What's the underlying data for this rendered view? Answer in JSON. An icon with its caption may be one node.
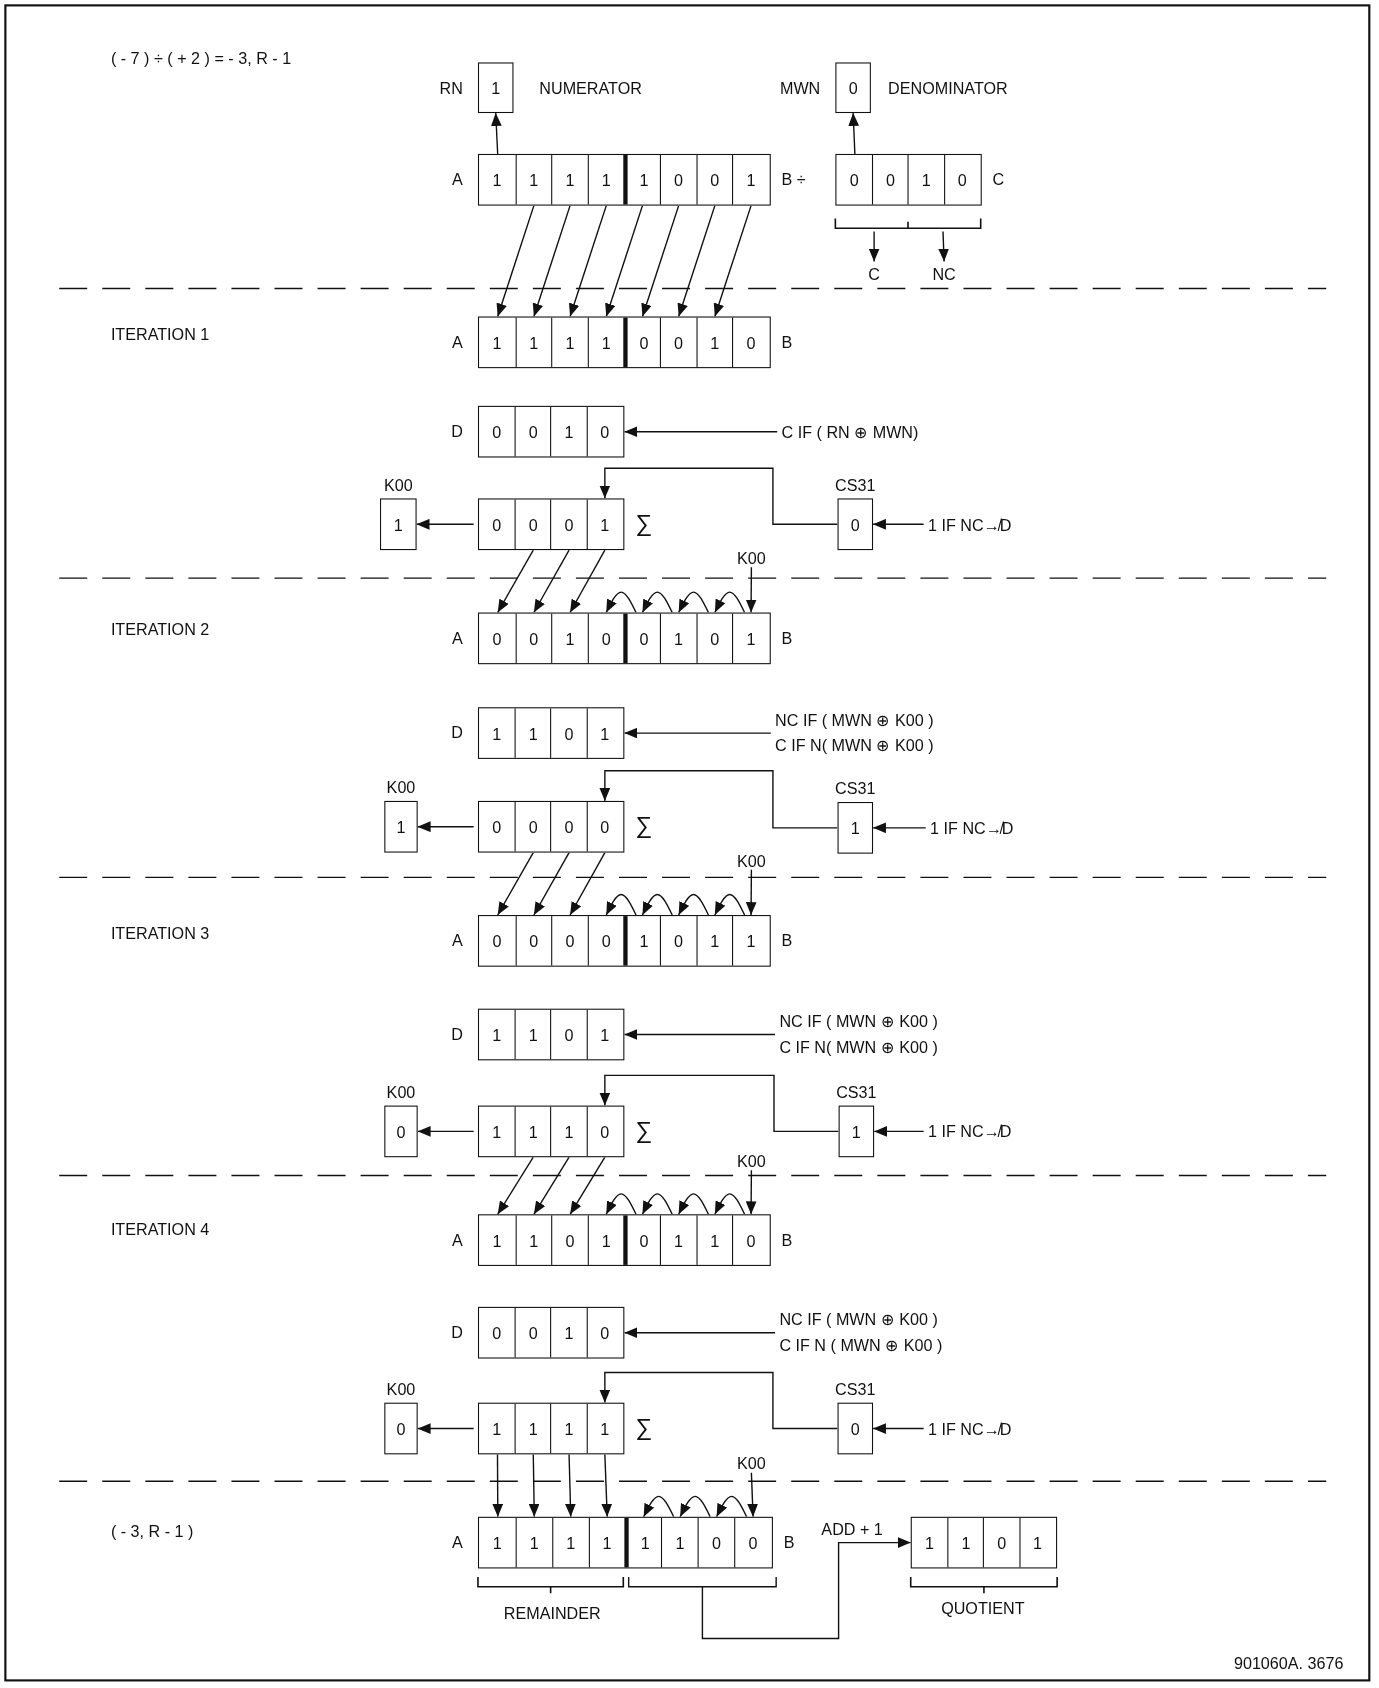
{
  "diagram": {
    "nodes": [
      {
        "text": [
          "1"
        ],
        "beside": [
          "RN",
          "NUMERATOR"
        ]
      },
      {
        "text": [
          "0"
        ],
        "beside": [
          "MWN",
          "DENOMINATOR"
        ]
      },
      {
        "text": [],
        "shape": "box",
        "beside": [
          "A",
          "B ÷"
        ]
      },
      {
        "text": [
          "1"
        ],
        "in": 2
      },
      {
        "text": [
          "1"
        ],
        "in": 2
      },
      {
        "text": [
          "1"
        ],
        "in": 2
      },
      {
        "text": [
          "1"
        ],
        "in": 2
      },
      {
        "text": [
          "1"
        ],
        "in": 2
      },
      {
        "text": [
          "0"
        ],
        "in": 2
      },
      {
        "text": [
          "0"
        ],
        "in": 2
      },
      {
        "text": [
          "1"
        ],
        "in": 2
      },
      {
        "text": [],
        "shape": "box",
        "beside": [
          "C"
        ]
      },
      {
        "text": [
          "0"
        ],
        "in": 11
      },
      {
        "text": [
          "0"
        ],
        "in": 11
      },
      {
        "text": [
          "1"
        ],
        "in": 11
      },
      {
        "text": [
          "0"
        ],
        "in": 11
      },
      {
        "text": [
          "C"
        ]
      },
      {
        "text": [
          "NC"
        ]
      },
      {
        "text": [],
        "shape": "box",
        "beside": [
          "A",
          "B"
        ]
      },
      {
        "text": [
          "1"
        ],
        "in": 18
      },
      {
        "text": [
          "1"
        ],
        "in": 18
      },
      {
        "text": [
          "1"
        ],
        "in": 18
      },
      {
        "text": [
          "1"
        ],
        "in": 18
      },
      {
        "text": [
          "0"
        ],
        "in": 18
      },
      {
        "text": [
          "0"
        ],
        "in": 18
      },
      {
        "text": [
          "1"
        ],
        "in": 18
      },
      {
        "text": [
          "0"
        ],
        "in": 18
      },
      {
        "text": [],
        "shape": "box",
        "beside": [
          "D"
        ]
      },
      {
        "text": [
          "0"
        ],
        "in": 27
      },
      {
        "text": [
          "0"
        ],
        "in": 27
      },
      {
        "text": [
          "1"
        ],
        "in": 27
      },
      {
        "text": [
          "0"
        ],
        "in": 27
      },
      {
        "text": [
          "C IF ( RN ⊕ MWN)"
        ]
      },
      {
        "text": [
          "1"
        ],
        "beside": [
          "K00"
        ]
      },
      {
        "text": [],
        "shape": "box",
        "beside": [
          "∑"
        ]
      },
      {
        "text": [
          "0"
        ],
        "in": 34
      },
      {
        "text": [
          "0"
        ],
        "in": 34
      },
      {
        "text": [
          "0"
        ],
        "in": 34
      },
      {
        "text": [
          "1"
        ],
        "in": 34
      },
      {
        "text": [
          "0"
        ],
        "beside": [
          "CS31"
        ]
      },
      {
        "text": [
          "1 IF NC↛D"
        ]
      },
      {
        "text": [
          "K00"
        ]
      },
      {
        "text": [],
        "shape": "box",
        "beside": [
          "A",
          "B"
        ]
      },
      {
        "text": [
          "0"
        ],
        "in": 42
      },
      {
        "text": [
          "0"
        ],
        "in": 42
      },
      {
        "text": [
          "1"
        ],
        "in": 42
      },
      {
        "text": [
          "0"
        ],
        "in": 42
      },
      {
        "text": [
          "0"
        ],
        "in": 42
      },
      {
        "text": [
          "1"
        ],
        "in": 42
      },
      {
        "text": [
          "0"
        ],
        "in": 42
      },
      {
        "text": [
          "1"
        ],
        "in": 42
      },
      {
        "text": [],
        "shape": "box",
        "beside": [
          "D"
        ]
      },
      {
        "text": [
          "1"
        ],
        "in": 51
      },
      {
        "text": [
          "1"
        ],
        "in": 51
      },
      {
        "text": [
          "0"
        ],
        "in": 51
      },
      {
        "text": [
          "1"
        ],
        "in": 51
      },
      {
        "text": [
          "NC IF ( MWN ⊕ K00 )",
          "C IF N( MWN ⊕ K00 )"
        ]
      },
      {
        "text": [
          "1"
        ],
        "beside": [
          "K00"
        ]
      },
      {
        "text": [],
        "shape": "box",
        "beside": [
          "∑"
        ]
      },
      {
        "text": [
          "0"
        ],
        "in": 58
      },
      {
        "text": [
          "0"
        ],
        "in": 58
      },
      {
        "text": [
          "0"
        ],
        "in": 58
      },
      {
        "text": [
          "0"
        ],
        "in": 58
      },
      {
        "text": [
          "1"
        ],
        "beside": [
          "CS31"
        ]
      },
      {
        "text": [
          "1 IF NC↛D"
        ]
      },
      {
        "text": [
          "K00"
        ]
      },
      {
        "text": [],
        "shape": "box",
        "beside": [
          "A",
          "B"
        ]
      },
      {
        "text": [
          "0"
        ],
        "in": 66
      },
      {
        "text": [
          "0"
        ],
        "in": 66
      },
      {
        "text": [
          "0"
        ],
        "in": 66
      },
      {
        "text": [
          "0"
        ],
        "in": 66
      },
      {
        "text": [
          "1"
        ],
        "in": 66
      },
      {
        "text": [
          "0"
        ],
        "in": 66
      },
      {
        "text": [
          "1"
        ],
        "in": 66
      },
      {
        "text": [
          "1"
        ],
        "in": 66
      },
      {
        "text": [],
        "shape": "box",
        "beside": [
          "D"
        ]
      },
      {
        "text": [
          "1"
        ],
        "in": 75
      },
      {
        "text": [
          "1"
        ],
        "in": 75
      },
      {
        "text": [
          "0"
        ],
        "in": 75
      },
      {
        "text": [
          "1"
        ],
        "in": 75
      },
      {
        "text": [
          "NC IF ( MWN ⊕ K00 )",
          "C IF N( MWN ⊕ K00 )"
        ]
      },
      {
        "text": [
          "0"
        ],
        "beside": [
          "K00"
        ]
      },
      {
        "text": [],
        "shape": "box",
        "beside": [
          "∑"
        ]
      },
      {
        "text": [
          "1"
        ],
        "in": 82
      },
      {
        "text": [
          "1"
        ],
        "in": 82
      },
      {
        "text": [
          "1"
        ],
        "in": 82
      },
      {
        "text": [
          "0"
        ],
        "in": 82
      },
      {
        "text": [
          "1"
        ],
        "beside": [
          "CS31"
        ]
      },
      {
        "text": [
          "1 IF NC↛D"
        ]
      },
      {
        "text": [
          "K00"
        ]
      },
      {
        "text": [],
        "shape": "box",
        "beside": [
          "A",
          "B"
        ]
      },
      {
        "text": [
          "1"
        ],
        "in": 90
      },
      {
        "text": [
          "1"
        ],
        "in": 90
      },
      {
        "text": [
          "0"
        ],
        "in": 90
      },
      {
        "text": [
          "1"
        ],
        "in": 90
      },
      {
        "text": [
          "0"
        ],
        "in": 90
      },
      {
        "text": [
          "1"
        ],
        "in": 90
      },
      {
        "text": [
          "1"
        ],
        "in": 90
      },
      {
        "text": [
          "0"
        ],
        "in": 90
      },
      {
        "text": [],
        "shape": "box",
        "beside": [
          "D"
        ]
      },
      {
        "text": [
          "0"
        ],
        "in": 99
      },
      {
        "text": [
          "0"
        ],
        "in": 99
      },
      {
        "text": [
          "1"
        ],
        "in": 99
      },
      {
        "text": [
          "0"
        ],
        "in": 99
      },
      {
        "text": [
          "NC IF ( MWN ⊕ K00 )",
          "C IF N ( MWN ⊕ K00 )"
        ]
      },
      {
        "text": [
          "0"
        ],
        "beside": [
          "K00"
        ]
      },
      {
        "text": [],
        "shape": "box",
        "beside": [
          "∑"
        ]
      },
      {
        "text": [
          "1"
        ],
        "in": 106
      },
      {
        "text": [
          "1"
        ],
        "in": 106
      },
      {
        "text": [
          "1"
        ],
        "in": 106
      },
      {
        "text": [
          "1"
        ],
        "in": 106
      },
      {
        "text": [
          "0"
        ],
        "beside": [
          "CS31"
        ]
      },
      {
        "text": [
          "1 IF NC↛D"
        ]
      },
      {
        "text": [
          "K00"
        ]
      },
      {
        "text": [],
        "shape": "box",
        "beside": [
          "A",
          "B"
        ]
      },
      {
        "text": [
          "1"
        ],
        "in": 114
      },
      {
        "text": [
          "1"
        ],
        "in": 114
      },
      {
        "text": [
          "1"
        ],
        "in": 114
      },
      {
        "text": [
          "1"
        ],
        "in": 114
      },
      {
        "text": [
          "1"
        ],
        "in": 114
      },
      {
        "text": [
          "1"
        ],
        "in": 114
      },
      {
        "text": [
          "0"
        ],
        "in": 114
      },
      {
        "text": [
          "0"
        ],
        "in": 114
      },
      {
        "text": [],
        "shape": "box"
      },
      {
        "text": [
          "1"
        ],
        "in": 123
      },
      {
        "text": [
          "1"
        ],
        "in": 123
      },
      {
        "text": [
          "0"
        ],
        "in": 123
      },
      {
        "text": [
          "1"
        ],
        "in": 123
      }
    ],
    "edges": [
      {
        "from": 3,
        "to": 0,
        "arrow": "to"
      },
      {
        "from": 12,
        "to": 1,
        "arrow": "to"
      },
      {
        "from": 4,
        "to": 19,
        "arrow": "to"
      },
      {
        "from": 5,
        "to": 20,
        "arrow": "to"
      },
      {
        "from": 6,
        "to": 21,
        "arrow": "to"
      },
      {
        "from": 7,
        "to": 22,
        "arrow": "to"
      },
      {
        "from": 8,
        "to": 23,
        "arrow": "to"
      },
      {
        "from": 9,
        "to": 24,
        "arrow": "to"
      },
      {
        "from": 10,
        "to": 25,
        "arrow": "to"
      },
      {
        "from": null,
        "to": 16,
        "arrow": "to"
      },
      {
        "from": null,
        "to": 17,
        "arrow": "to"
      },
      {
        "from": 32,
        "to": 27,
        "arrow": "to"
      },
      {
        "from": 34,
        "to": 33,
        "arrow": "to"
      },
      {
        "from": 40,
        "to": 39,
        "arrow": "to"
      },
      {
        "from": 39,
        "to": 38,
        "arrow": "to"
      },
      {
        "from": 36,
        "to": 43,
        "arrow": "to"
      },
      {
        "from": 37,
        "to": 44,
        "arrow": "to"
      },
      {
        "from": 38,
        "to": 45,
        "arrow": "to"
      },
      {
        "from": 47,
        "to": 46,
        "arrow": "to"
      },
      {
        "from": 48,
        "to": 47,
        "arrow": "to"
      },
      {
        "from": 49,
        "to": 48,
        "arrow": "to"
      },
      {
        "from": 50,
        "to": 49,
        "arrow": "to"
      },
      {
        "from": 41,
        "to": 50,
        "arrow": "to"
      },
      {
        "from": 56,
        "to": 51,
        "arrow": "to"
      },
      {
        "from": 58,
        "to": 57,
        "arrow": "to"
      },
      {
        "from": 64,
        "to": 63,
        "arrow": "to"
      },
      {
        "from": 63,
        "to": 62,
        "arrow": "to"
      },
      {
        "from": 60,
        "to": 67,
        "arrow": "to"
      },
      {
        "from": 61,
        "to": 68,
        "arrow": "to"
      },
      {
        "from": 62,
        "to": 69,
        "arrow": "to"
      },
      {
        "from": 71,
        "to": 70,
        "arrow": "to"
      },
      {
        "from": 72,
        "to": 71,
        "arrow": "to"
      },
      {
        "from": 73,
        "to": 72,
        "arrow": "to"
      },
      {
        "from": 74,
        "to": 73,
        "arrow": "to"
      },
      {
        "from": 65,
        "to": 74,
        "arrow": "to"
      },
      {
        "from": 80,
        "to": 75,
        "arrow": "to"
      },
      {
        "from": 82,
        "to": 81,
        "arrow": "to"
      },
      {
        "from": 88,
        "to": 87,
        "arrow": "to"
      },
      {
        "from": 87,
        "to": 86,
        "arrow": "to"
      },
      {
        "from": 84,
        "to": 91,
        "arrow": "to"
      },
      {
        "from": 85,
        "to": 92,
        "arrow": "to"
      },
      {
        "from": 86,
        "to": 93,
        "arrow": "to"
      },
      {
        "from": 95,
        "to": 94,
        "arrow": "to"
      },
      {
        "from": 96,
        "to": 95,
        "arrow": "to"
      },
      {
        "from": 97,
        "to": 96,
        "arrow": "to"
      },
      {
        "from": 98,
        "to": 97,
        "arrow": "to"
      },
      {
        "from": 89,
        "to": 98,
        "arrow": "to"
      },
      {
        "from": 104,
        "to": 99,
        "arrow": "to"
      },
      {
        "from": 106,
        "to": 105,
        "arrow": "to"
      },
      {
        "from": 112,
        "to": 111,
        "arrow": "to"
      },
      {
        "from": 111,
        "to": 110,
        "arrow": "to"
      },
      {
        "from": 107,
        "to": 115,
        "arrow": "to"
      },
      {
        "from": 108,
        "to": 116,
        "arrow": "to"
      },
      {
        "from": 109,
        "to": 117,
        "arrow": "to"
      },
      {
        "from": 110,
        "to": 118,
        "arrow": "to"
      },
      {
        "from": 120,
        "to": 119,
        "arrow": "to"
      },
      {
        "from": 121,
        "to": 120,
        "arrow": "to"
      },
      {
        "from": 122,
        "to": 121,
        "arrow": "to"
      },
      {
        "from": 113,
        "to": 122,
        "arrow": "to"
      },
      {
        "from": 114,
        "to": 123,
        "arrow": "to",
        "label": "ADD + 1"
      }
    ],
    "labels": [
      "( - 7 ) ÷ ( + 2 ) = - 3, R - 1",
      "ITERATION 1",
      "ITERATION 2",
      "ITERATION 3",
      "ITERATION 4",
      "( - 3, R - 1 )",
      "REMAINDER",
      "QUOTIENT",
      "901060A. 3676"
    ]
  }
}
